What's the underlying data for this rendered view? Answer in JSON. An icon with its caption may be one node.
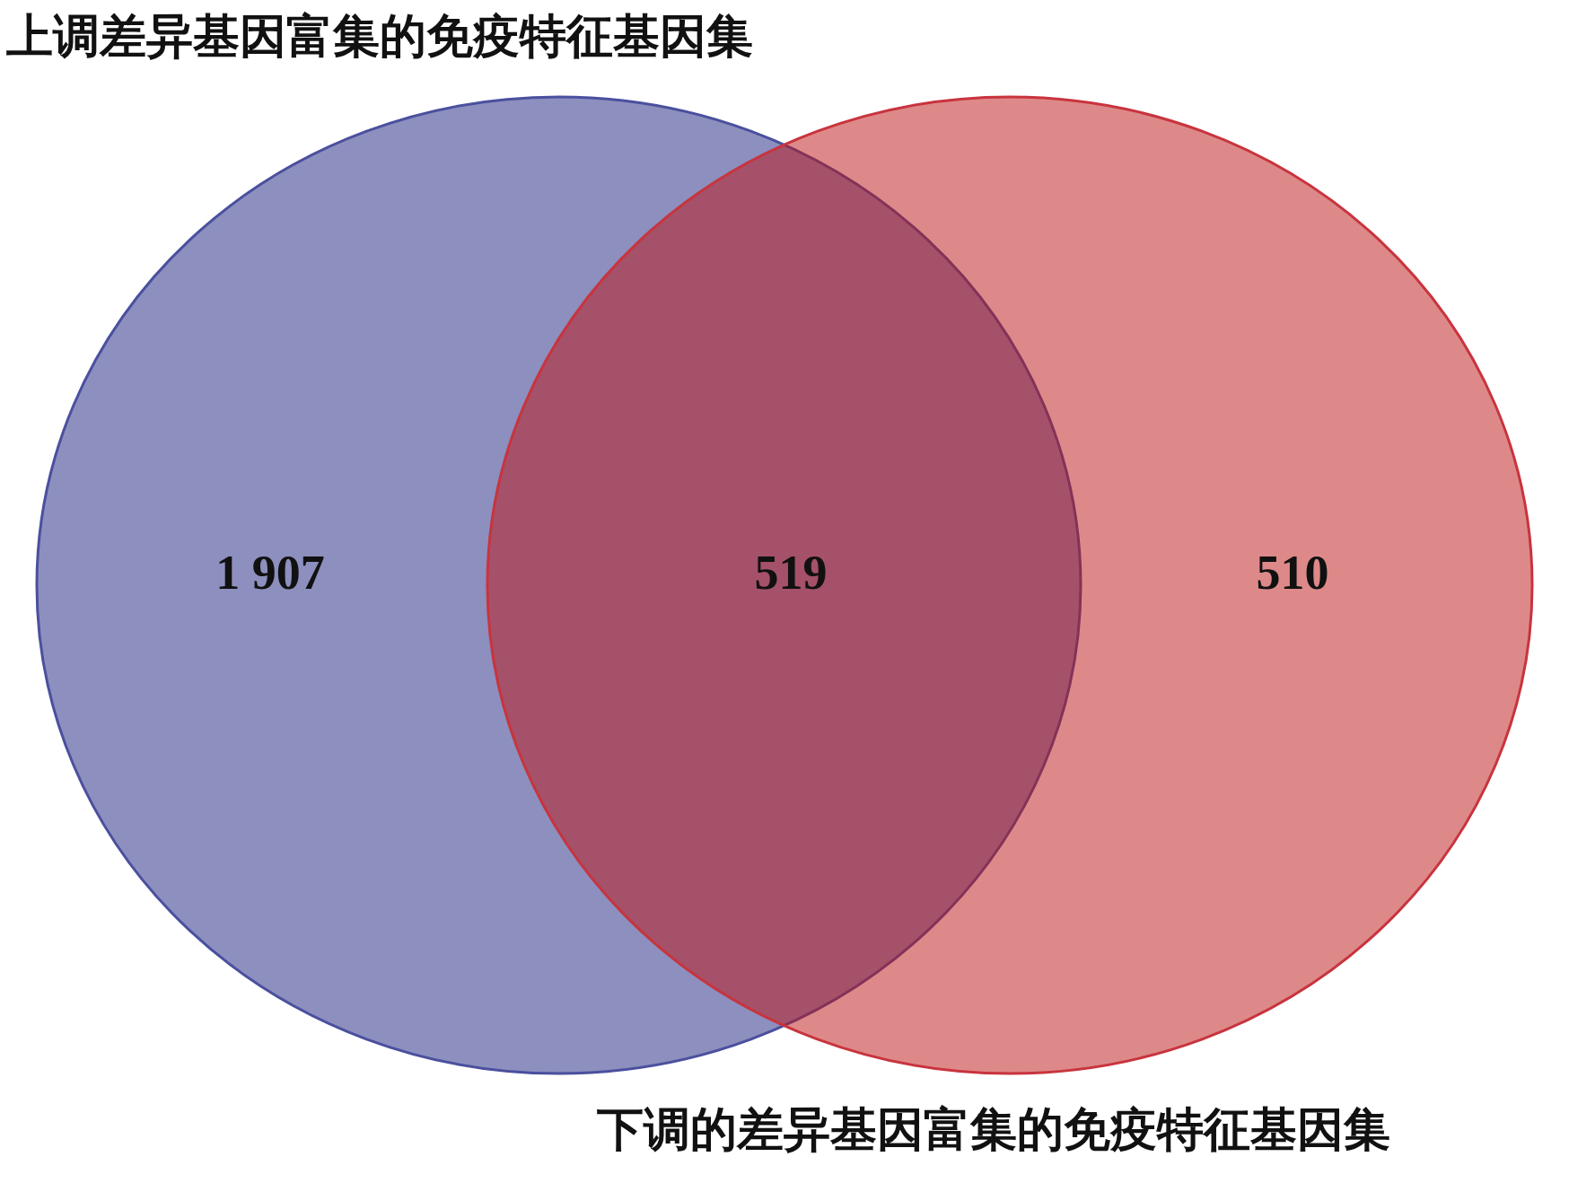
{
  "diagram": {
    "nodes": [
      {
        "text": [
          "上调差异基因富集的免疫特征基因集",
          "1 907"
        ]
      },
      {
        "text": [
          "510",
          "下调的差异基因富集的免疫特征基因集"
        ]
      }
    ],
    "labels": [
      "519"
    ]
  }
}
